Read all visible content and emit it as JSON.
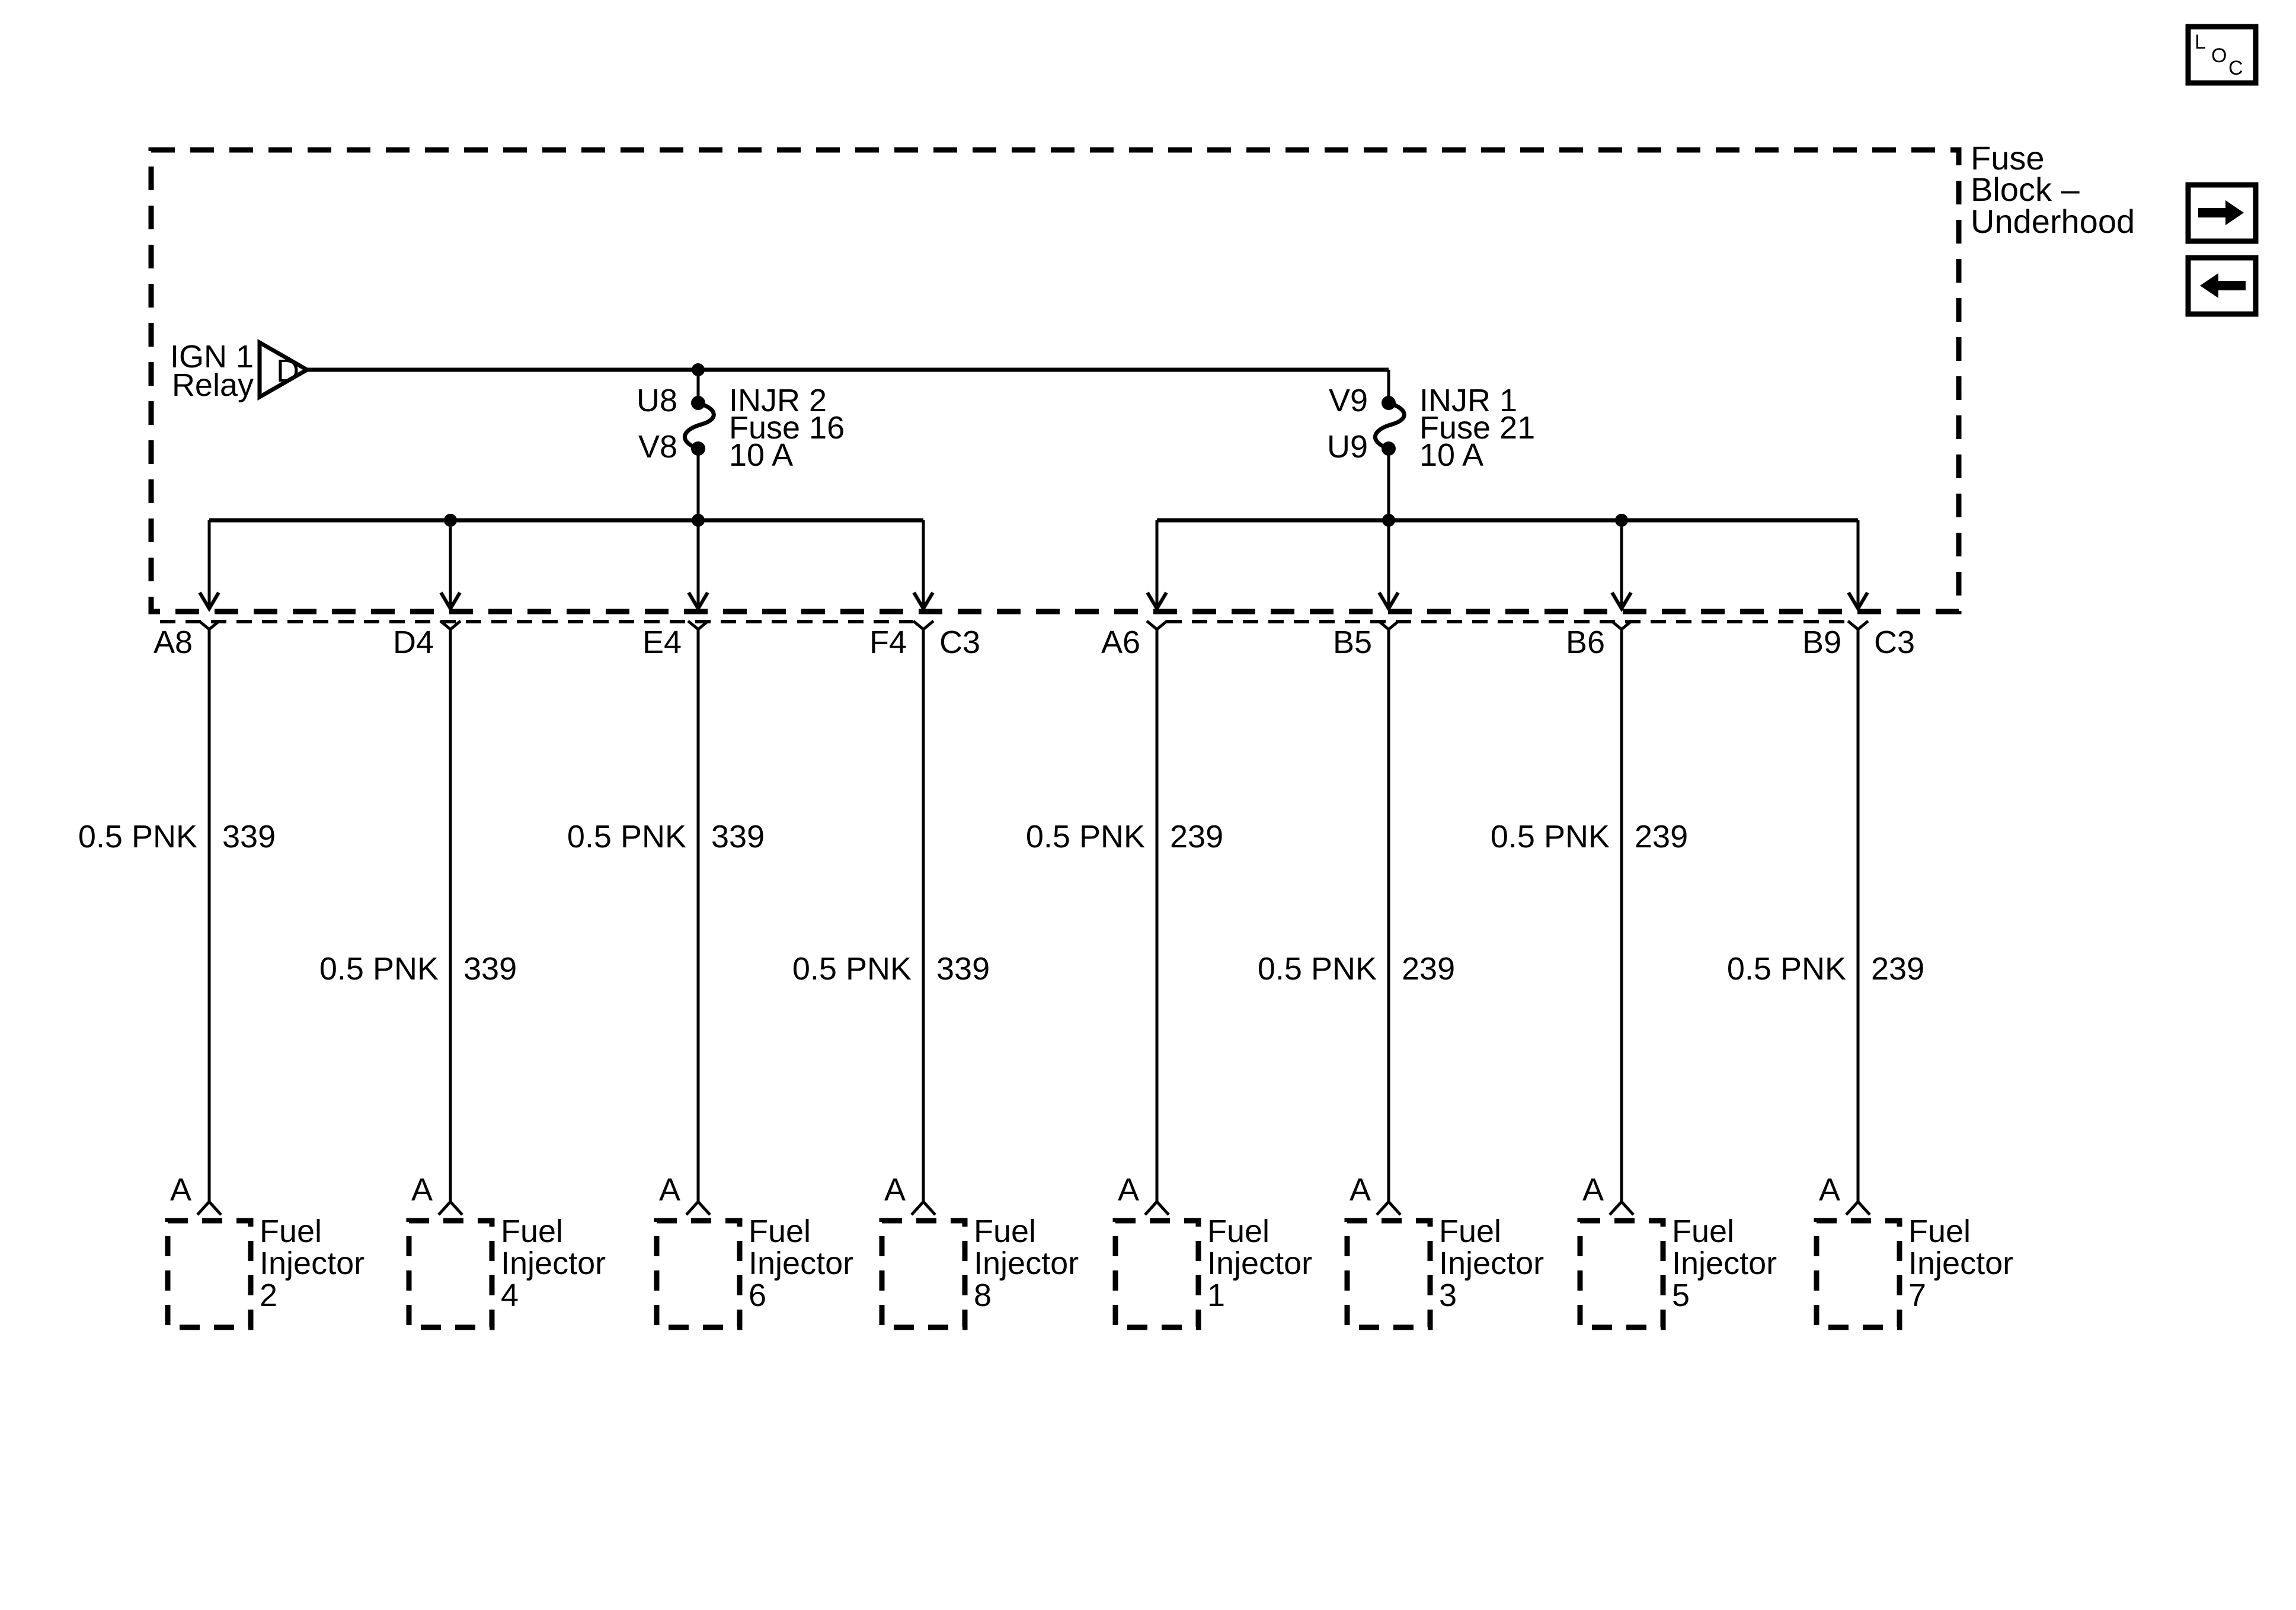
{
  "colors": {
    "ink": "#000000",
    "paper": "#ffffff"
  },
  "toolbar": {
    "loc_button": {
      "letter1": "L",
      "letter2": "O",
      "letter3": "C"
    },
    "forward_button": {
      "icon": "right-arrow"
    },
    "back_button": {
      "icon": "left-arrow"
    }
  },
  "fuse_block": {
    "label_line1": "Fuse",
    "label_line2": "Block –",
    "label_line3": "Underhood",
    "relay": {
      "line1": "IGN 1",
      "line2": "Relay",
      "pin": "D"
    },
    "fuses": [
      {
        "pin_top": "U8",
        "pin_bottom": "V8",
        "name": "INJR 2",
        "id": "Fuse 16",
        "rating": "10 A"
      },
      {
        "pin_top": "V9",
        "pin_bottom": "U9",
        "name": "INJR 1",
        "id": "Fuse 21",
        "rating": "10 A"
      }
    ],
    "connectors": [
      {
        "id": "C3"
      },
      {
        "id": "C3"
      }
    ]
  },
  "circuits": [
    {
      "block_pin": "A8",
      "wire": "0.5 PNK",
      "circuit": "339",
      "device_pin": "A",
      "device_line1": "Fuel",
      "device_line2": "Injector",
      "device_line3": "2"
    },
    {
      "block_pin": "D4",
      "wire": "0.5 PNK",
      "circuit": "339",
      "device_pin": "A",
      "device_line1": "Fuel",
      "device_line2": "Injector",
      "device_line3": "4"
    },
    {
      "block_pin": "E4",
      "wire": "0.5 PNK",
      "circuit": "339",
      "device_pin": "A",
      "device_line1": "Fuel",
      "device_line2": "Injector",
      "device_line3": "6"
    },
    {
      "block_pin": "F4",
      "wire": "0.5 PNK",
      "circuit": "339",
      "device_pin": "A",
      "device_line1": "Fuel",
      "device_line2": "Injector",
      "device_line3": "8"
    },
    {
      "block_pin": "A6",
      "wire": "0.5 PNK",
      "circuit": "239",
      "device_pin": "A",
      "device_line1": "Fuel",
      "device_line2": "Injector",
      "device_line3": "1"
    },
    {
      "block_pin": "B5",
      "wire": "0.5 PNK",
      "circuit": "239",
      "device_pin": "A",
      "device_line1": "Fuel",
      "device_line2": "Injector",
      "device_line3": "3"
    },
    {
      "block_pin": "B6",
      "wire": "0.5 PNK",
      "circuit": "239",
      "device_pin": "A",
      "device_line1": "Fuel",
      "device_line2": "Injector",
      "device_line3": "5"
    },
    {
      "block_pin": "B9",
      "wire": "0.5 PNK",
      "circuit": "239",
      "device_pin": "A",
      "device_line1": "Fuel",
      "device_line2": "Injector",
      "device_line3": "7"
    }
  ]
}
